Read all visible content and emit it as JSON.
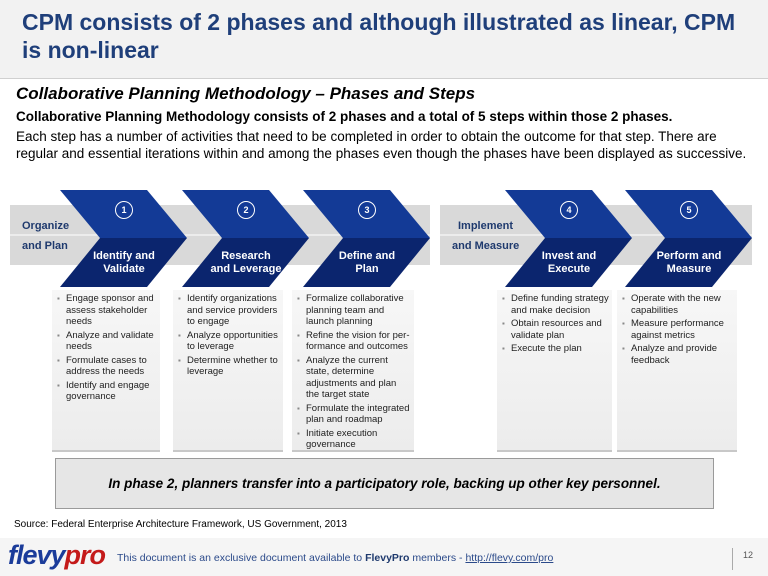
{
  "title": "CPM consists of 2 phases and although illustrated as linear, CPM is non-linear",
  "subtitle": "Collaborative Planning Methodology – Phases and Steps",
  "lead": "Collaborative Planning Methodology consists of 2 phases and a total of 5 steps within those 2 phases.",
  "description": "Each step has a number of activities that need to be completed in order to obtain the outcome for that step.  There are regular and essential iterations within and among the phases even though the phases have been displayed as successive.",
  "phases": [
    {
      "line1": "Organize",
      "line2": "and Plan"
    },
    {
      "line1": "Implement",
      "line2": "and Measure"
    }
  ],
  "colors": {
    "chevron_top": "#133a96",
    "chevron_bottom": "#0b256e",
    "phase_band": "#d9d9d9",
    "title": "#1f3f7a"
  },
  "steps": [
    {
      "number": "1",
      "line1": "Identify and",
      "line2": "Validate",
      "activities": [
        "Engage sponsor and assess stakeholder needs",
        "Analyze and validate needs",
        "Formulate cases to address the needs",
        "Identify and engage governance"
      ]
    },
    {
      "number": "2",
      "line1": "Research",
      "line2": "and Leverage",
      "activities": [
        "Identify organizations and service providers to engage",
        "Analyze opportunities to leverage",
        "Determine whether to leverage"
      ]
    },
    {
      "number": "3",
      "line1": "Define and",
      "line2": "Plan",
      "activities": [
        "Formalize collaborative planning team and launch planning",
        "Refine the vision for per-formance and outcomes",
        "Analyze the current state, determine adjustments and plan the target state",
        "Formulate the integrated plan and roadmap",
        "Initiate execution governance"
      ]
    },
    {
      "number": "4",
      "line1": "Invest and",
      "line2": "Execute",
      "activities": [
        "Define funding strategy and make decision",
        "Obtain resources and validate plan",
        "Execute the plan"
      ]
    },
    {
      "number": "5",
      "line1": "Perform and",
      "line2": "Measure",
      "activities": [
        "Operate with the new capabilities",
        "Measure performance against metrics",
        "Analyze and provide feedback"
      ]
    }
  ],
  "note": "In phase 2, planners transfer into a participatory role, backing up other key personnel.",
  "source": "Source: Federal Enterprise Architecture Framework, US Government, 2013",
  "footer": {
    "logo_part1": "flevy",
    "logo_part2": "pro",
    "text_before": "This document is an exclusive document available to ",
    "brand": "FlevyPro",
    "text_after": " members - ",
    "link": "http://flevy.com/pro",
    "page": "12"
  }
}
